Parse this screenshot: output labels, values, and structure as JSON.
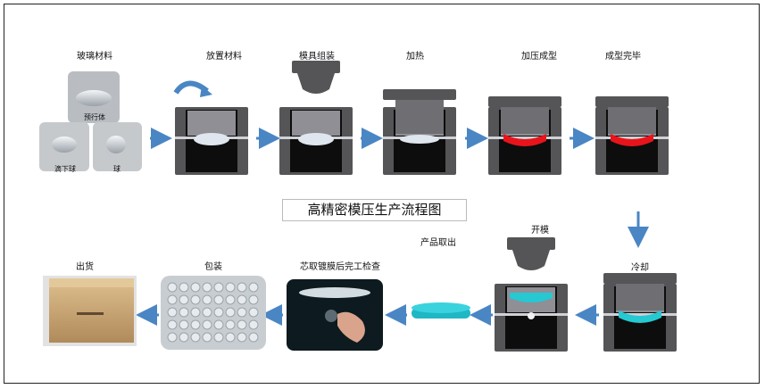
{
  "title": "高精密模压生产流程图",
  "colors": {
    "mold_dark": "#555557",
    "mold_core": "#0d0d0d",
    "arrow": "#4a86c4",
    "hot": "#e8141c",
    "cool": "#26c8d2",
    "lens": "#dfe6ee"
  },
  "steps": {
    "glass_material": "玻璃材料",
    "place_material": "放置材料",
    "mold_assembly": "模具组装",
    "heating": "加热",
    "press_forming": "加压成型",
    "forming_done": "成型完毕",
    "cooling": "冷却",
    "mold_open": "开模",
    "product_removal": "产品取出",
    "inspection": "芯取镀膜后完工检查",
    "packaging": "包装",
    "shipping": "出货"
  },
  "material_labels": {
    "preform": "预行体",
    "drop_ball": "滴下球",
    "ball": "球"
  }
}
